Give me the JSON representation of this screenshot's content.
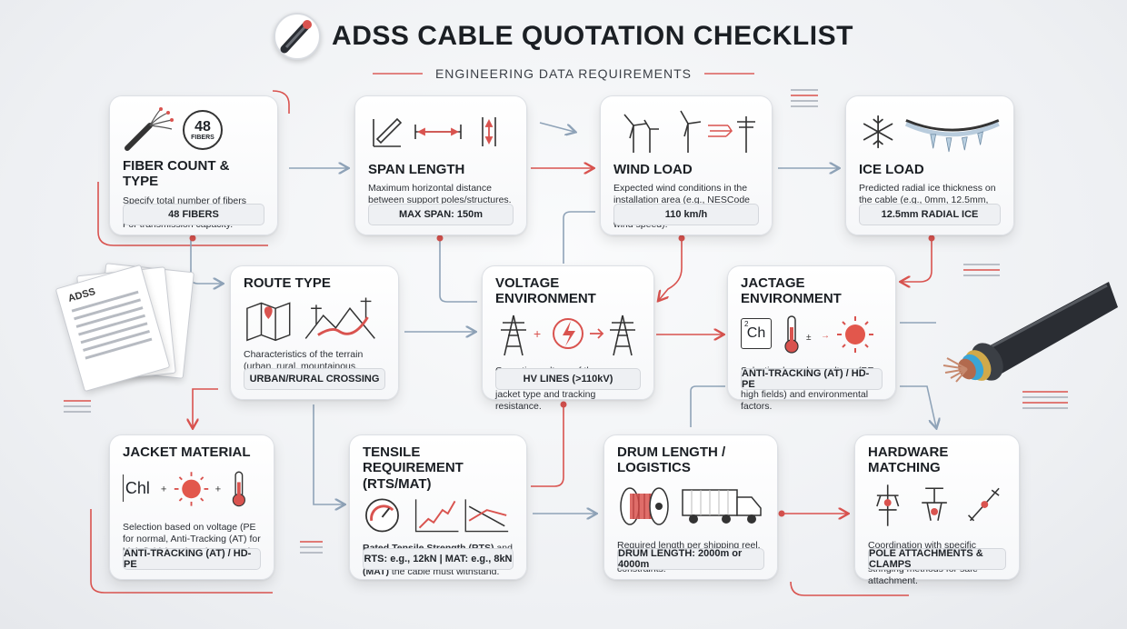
{
  "header": {
    "title": "ADSS CABLE QUOTATION CHECKLIST",
    "subtitle": "ENGINEERING DATA REQUIREMENTS"
  },
  "colors": {
    "accent": "#d9534f",
    "line": "#8aa0b8",
    "card_bg": "#ffffff"
  },
  "cards": [
    {
      "id": "fiber",
      "title": "FIBER COUNT & TYPE",
      "description": "Specify total number of fibers and type (G.652D, G.657, etc.). For transmission capacity.",
      "badge": "48 FIBERS",
      "icon_badge_number": "48",
      "icon_badge_label": "FIBERS",
      "icons": [
        "fiber-strands-icon",
        "fiber-count-badge-icon"
      ]
    },
    {
      "id": "span",
      "title": "SPAN LENGTH",
      "description": "Maximum horizontal distance between support poles/structures.",
      "badge": "MAX SPAN: 150m",
      "icons": [
        "ruler-icon",
        "horizontal-measure-icon",
        "vertical-measure-icon"
      ]
    },
    {
      "id": "wind",
      "title": "WIND LOAD",
      "description": "Expected wind conditions in the installation area (e.g., NESCode Heavy, Medium, Light or specific wind speed).",
      "badge": "110 km/h",
      "icons": [
        "wind-turbine-icon",
        "wind-turbine-icon",
        "wind-pole-icon"
      ]
    },
    {
      "id": "ice",
      "title": "ICE LOAD",
      "description": "Predicted radial ice thickness on the cable (e.g., 0mm, 12.5mm, 25mm).",
      "badge": "12.5mm RADIAL ICE",
      "icons": [
        "snowflake-icon",
        "iced-cable-icon"
      ]
    },
    {
      "id": "route",
      "title": "ROUTE TYPE",
      "description": "Characteristics of the terrain (urban, rural, mountainous, coastal).",
      "badge": "URBAN/RURAL CROSSING",
      "icons": [
        "map-pin-icon",
        "route-terrain-icon"
      ]
    },
    {
      "id": "voltage",
      "title": "VOLTAGE ENVIRONMENT",
      "description": "Operating voltage of the power lines. Crucial for selecting correct jacket type and tracking resistance.",
      "badge": "HV LINES (>110kV)",
      "icons": [
        "tower-icon",
        "lightning-icon",
        "tower-icon"
      ]
    },
    {
      "id": "jactage",
      "title": "JACTAGE ENVIRONMENT",
      "description": "Selection based on voltage (PE for normal, Anti-Tracking (AT) for high fields) and environmental factors.",
      "badge": "ANTI-TRACKING (AT) / HD-PE",
      "icon_chem": "Ch",
      "icon_chem_super": "2",
      "icons": [
        "chemistry-icon",
        "thermometer-icon",
        "sun-icon"
      ]
    },
    {
      "id": "jacket",
      "title": "JACKET MATERIAL",
      "description": "Selection based on voltage (PE for normal, Anti-Tracking (AT) for high fields) and environmental factors.",
      "badge": "ANTI-TRACKING (AT) / HD-PE",
      "icon_chem": "Chl",
      "icons": [
        "chemistry-icon",
        "sun-icon",
        "thermometer-icon"
      ]
    },
    {
      "id": "tensile",
      "title": "TENSILE REQUIREMENT (RTS/MAT)",
      "description_bold_1": "Rated Tensile Strength (RTS)",
      "description_mid": " and ",
      "description_bold_2": "Maximum Allowable Tension (MAT)",
      "description_end": " the cable must withstand.",
      "badge": "RTS: e.g., 12kN  | MAT: e.g., 8kN",
      "icons": [
        "gauge-icon",
        "rising-chart-icon",
        "tension-chart-icon"
      ]
    },
    {
      "id": "drum",
      "title": "DRUM LENGTH / LOGISTICS",
      "description": "Required length per shipping reel. Standard drum length and constraints.",
      "badge": "DRUM LENGTH: 2000m or 4000m",
      "icons": [
        "cable-drum-icon",
        "truck-icon"
      ]
    },
    {
      "id": "hardware",
      "title": "HARDWARE MATCHING",
      "description": "Coordination with specific installation hardware and stringing methods for safe attachment.",
      "badge": "POLE ATTACHMENTS & CLAMPS",
      "icons": [
        "clamp-icon",
        "suspension-icon",
        "dead-end-icon"
      ]
    }
  ],
  "doc_label": "ADSS"
}
